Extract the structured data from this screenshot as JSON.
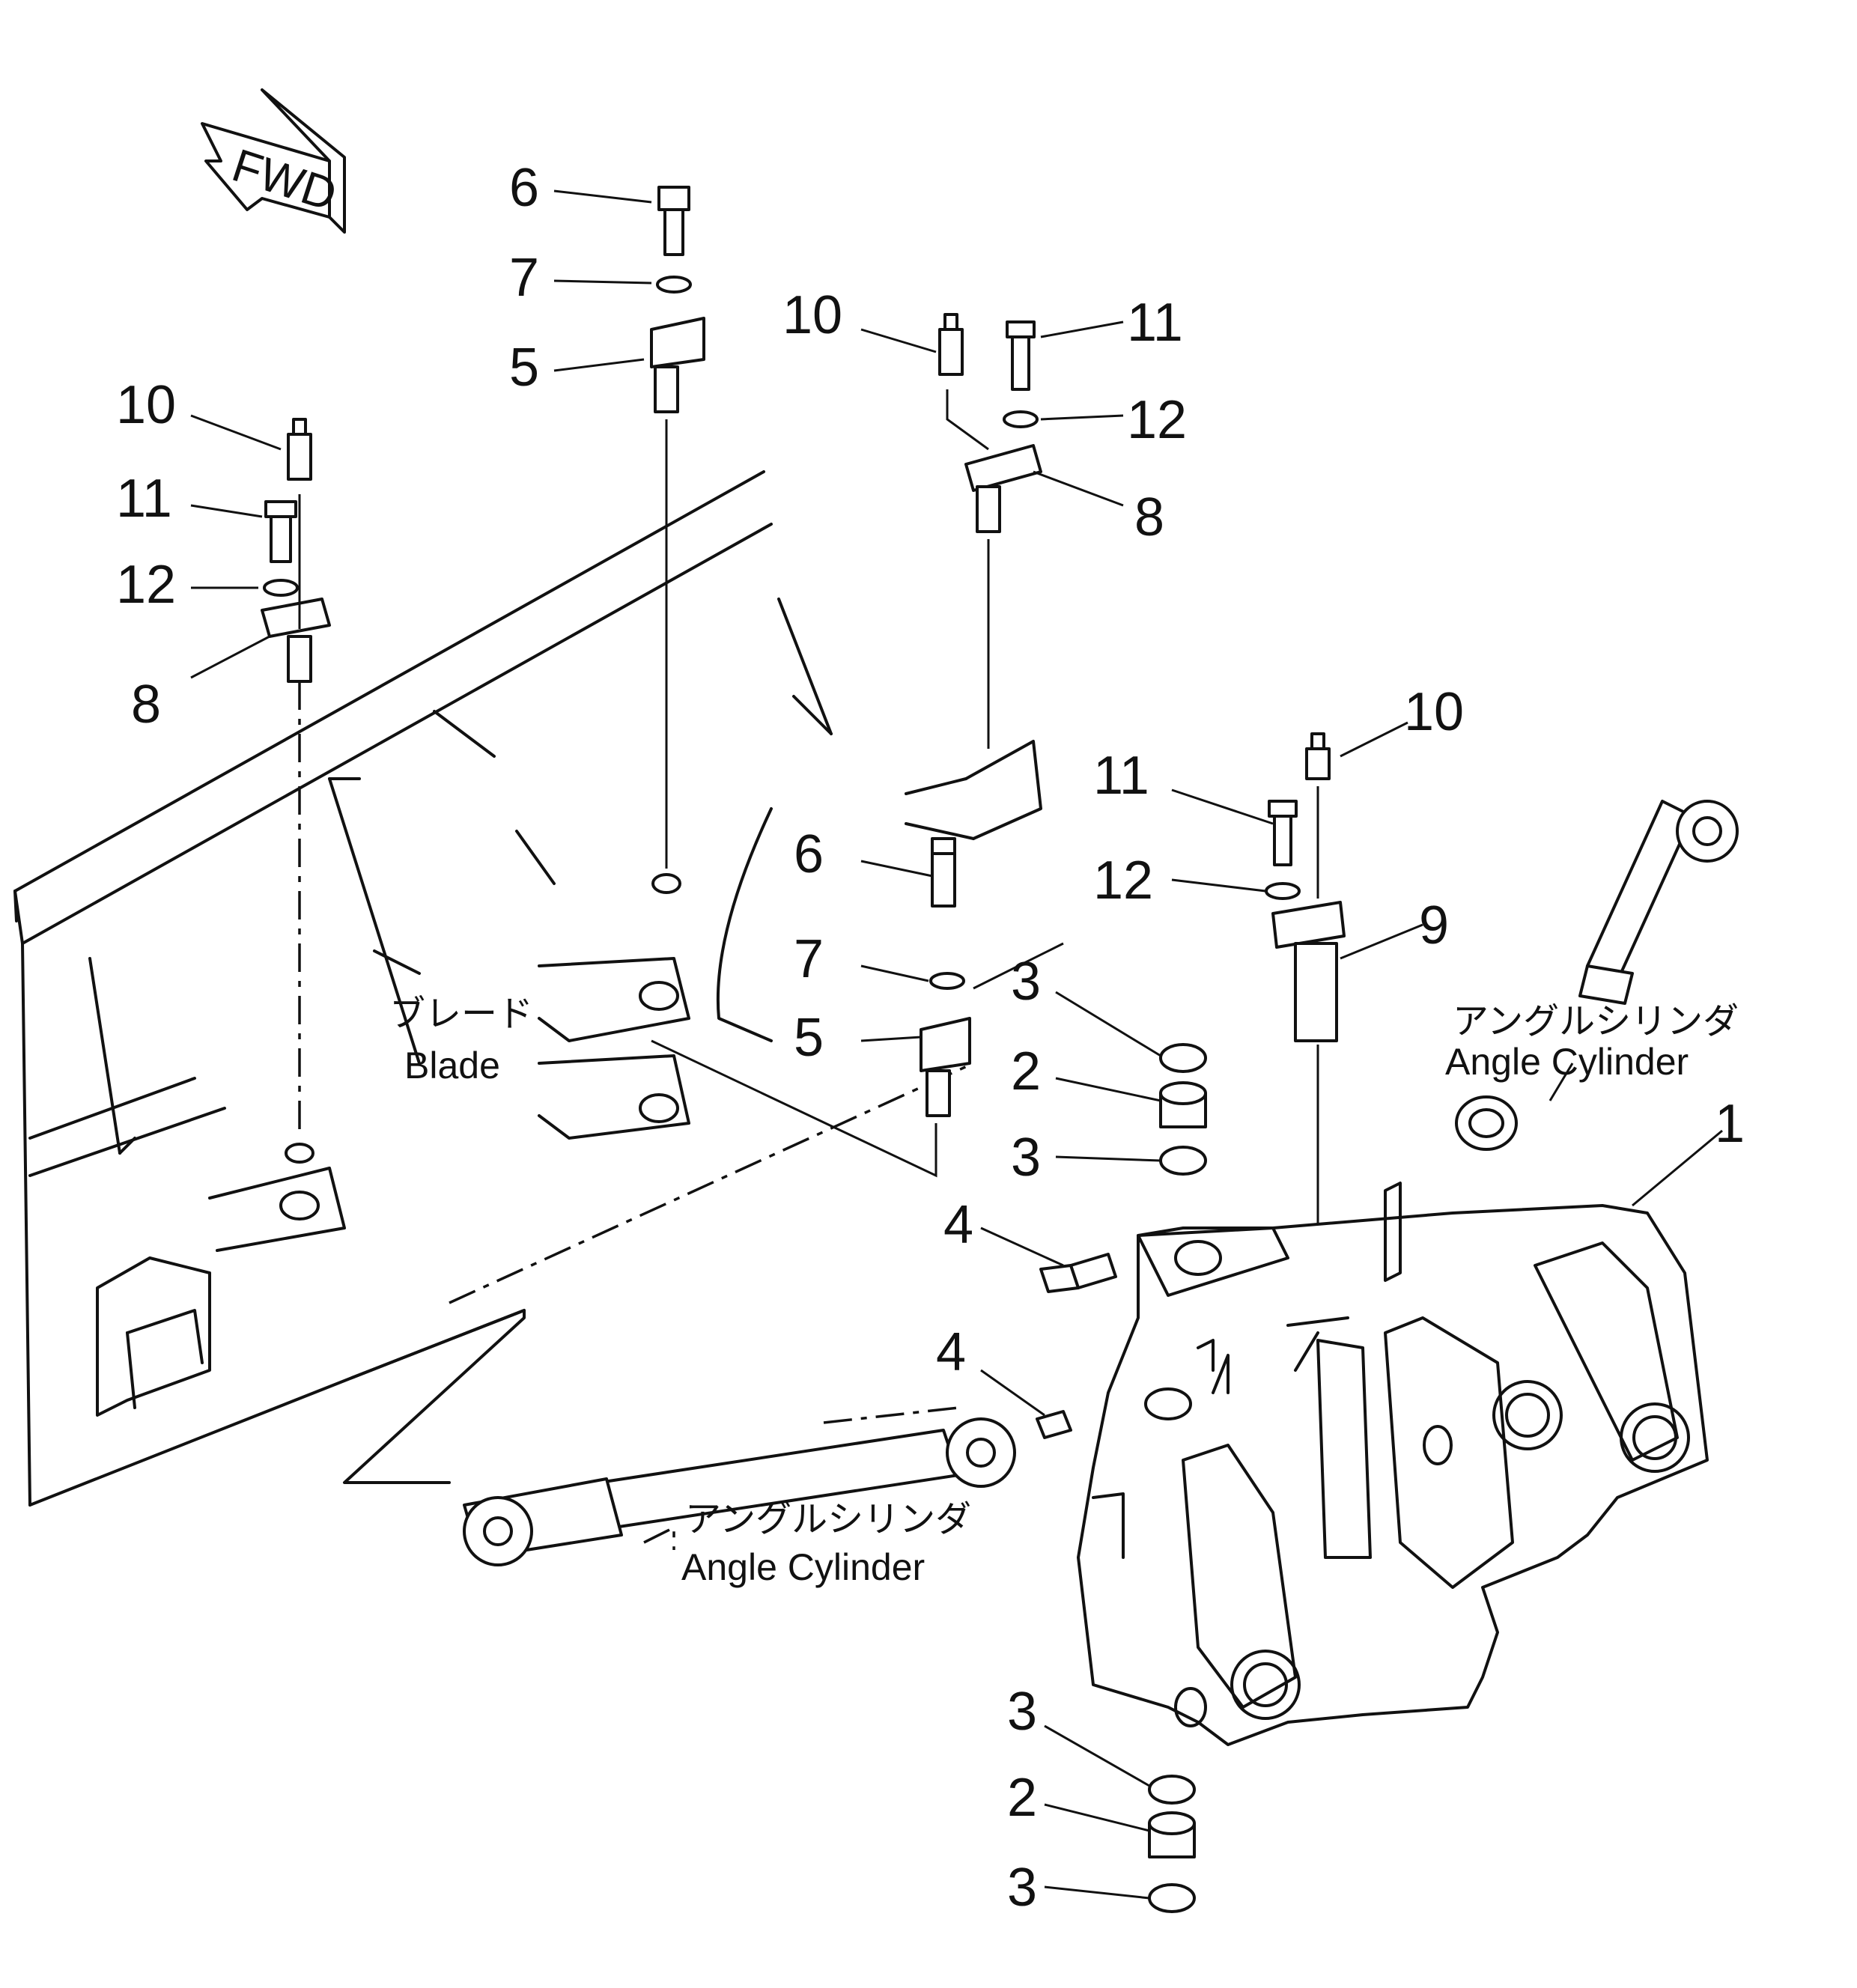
{
  "fwd_label": "FWD",
  "blade": {
    "jp": "ブレード",
    "en": "Blade"
  },
  "angle_cylinder_right": {
    "jp": "アングルシリンダ",
    "en": "Angle Cylinder"
  },
  "angle_cylinder_bottom": {
    "jp": "アングルシリンダ",
    "en": "Angle Cylinder"
  },
  "callouts": {
    "c6a": "6",
    "c7a": "7",
    "c5a": "5",
    "c10a": "10",
    "c11a": "11",
    "c12a": "12",
    "c8a": "8",
    "c10b": "10",
    "c11b": "11",
    "c12b": "12",
    "c8b": "8",
    "c6b": "6",
    "c7b": "7",
    "c5b": "5",
    "c10c": "10",
    "c11c": "11",
    "c12c": "12",
    "c9": "9",
    "c3a": "3",
    "c2a": "2",
    "c3b": "3",
    "c4a": "4",
    "c4b": "4",
    "c1": "1",
    "c3c": "3",
    "c2b": "2",
    "c3d": "3"
  }
}
